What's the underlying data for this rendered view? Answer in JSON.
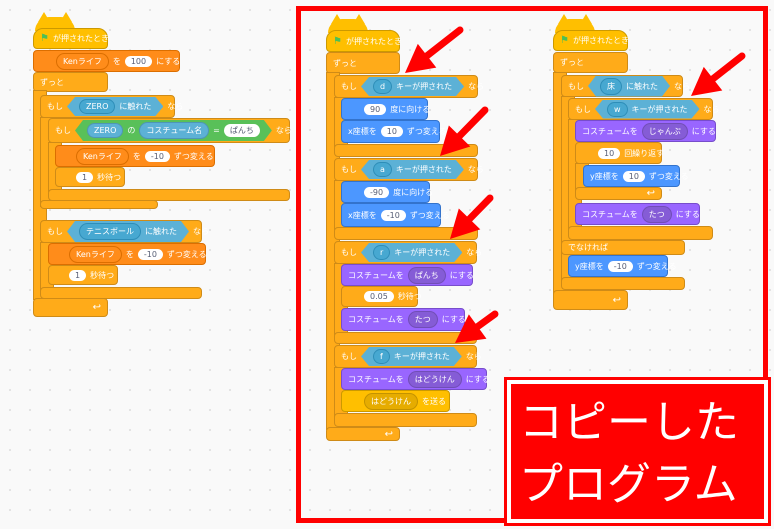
{
  "common": {
    "when_flag": "が押されたとき",
    "forever": "ずっと",
    "if": "もし",
    "then": "なら",
    "else": "でなければ",
    "set_to": "を",
    "set": "にする",
    "change_by": "ずつ変える",
    "wait_sec": "秒待つ",
    "touching": "に触れた",
    "key_pressed": "キーが押された",
    "costume_to": "コスチュームを",
    "point_dir": "度に向ける",
    "change_x": "x座標を",
    "change_y": "y座標を",
    "repeat": "回繰り返す",
    "broadcast": "を送る",
    "of": "の",
    "eq": "="
  },
  "left": {
    "var": "Kenライフ",
    "init": "100",
    "sprite1": "ZERO",
    "costume_name": "コスチューム名",
    "punch": "ぱんち",
    "dec": "-10",
    "wait1": "1",
    "sprite2": "テニスボール",
    "wait2": "1"
  },
  "middle": {
    "key1": "d",
    "dir1": "90",
    "dx1": "10",
    "key2": "a",
    "dir2": "-90",
    "dx2": "-10",
    "key3": "r",
    "c1": "ぱんち",
    "w": "0.05",
    "c2": "たつ",
    "key4": "f",
    "c3": "はどうけん",
    "msg": "はどうけん"
  },
  "right": {
    "sprite": "床",
    "key": "w",
    "c1": "じゃんぷ",
    "rep": "10",
    "dy1": "10",
    "c2": "たつ",
    "dy2": "-10"
  },
  "overlay": {
    "line1": "コピーした",
    "line2": "プログラム"
  },
  "colors": {
    "events": "#ffbf00",
    "control": "#ffab19",
    "variables": "#ff8c1a",
    "sensing": "#5cb1d6",
    "motion": "#4c97ff",
    "looks": "#9966ff",
    "operators": "#59c059",
    "highlight": "#ff0000"
  }
}
